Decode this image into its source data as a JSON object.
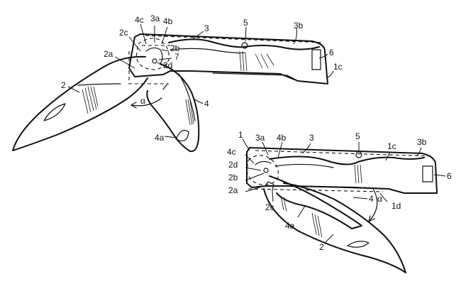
{
  "figure1": {
    "labels": {
      "l_4c": "4c",
      "l_3a": "3a",
      "l_4b": "4b",
      "l_3": "3",
      "l_5": "5",
      "l_3b": "3b",
      "l_6": "6",
      "l_2c": "2c",
      "l_2b": "2b",
      "l_7": "7",
      "l_2a": "2a",
      "l_2d": "2d",
      "l_1c": "1c",
      "l_2": "2",
      "l_alpha": "α",
      "l_4": "4",
      "l_4a": "4a"
    }
  },
  "figure2": {
    "labels": {
      "l_1": "1",
      "l_3a": "3a",
      "l_4b": "4b",
      "l_3": "3",
      "l_5": "5",
      "l_1c": "1c",
      "l_3b": "3b",
      "l_4c": "4c",
      "l_2d": "2d",
      "l_2b": "2b",
      "l_2a": "2a",
      "l_6": "6",
      "l_2c": "2c",
      "l_4": "4",
      "l_alpha": "α",
      "l_1d": "1d",
      "l_4a": "4a",
      "l_2": "2"
    }
  }
}
